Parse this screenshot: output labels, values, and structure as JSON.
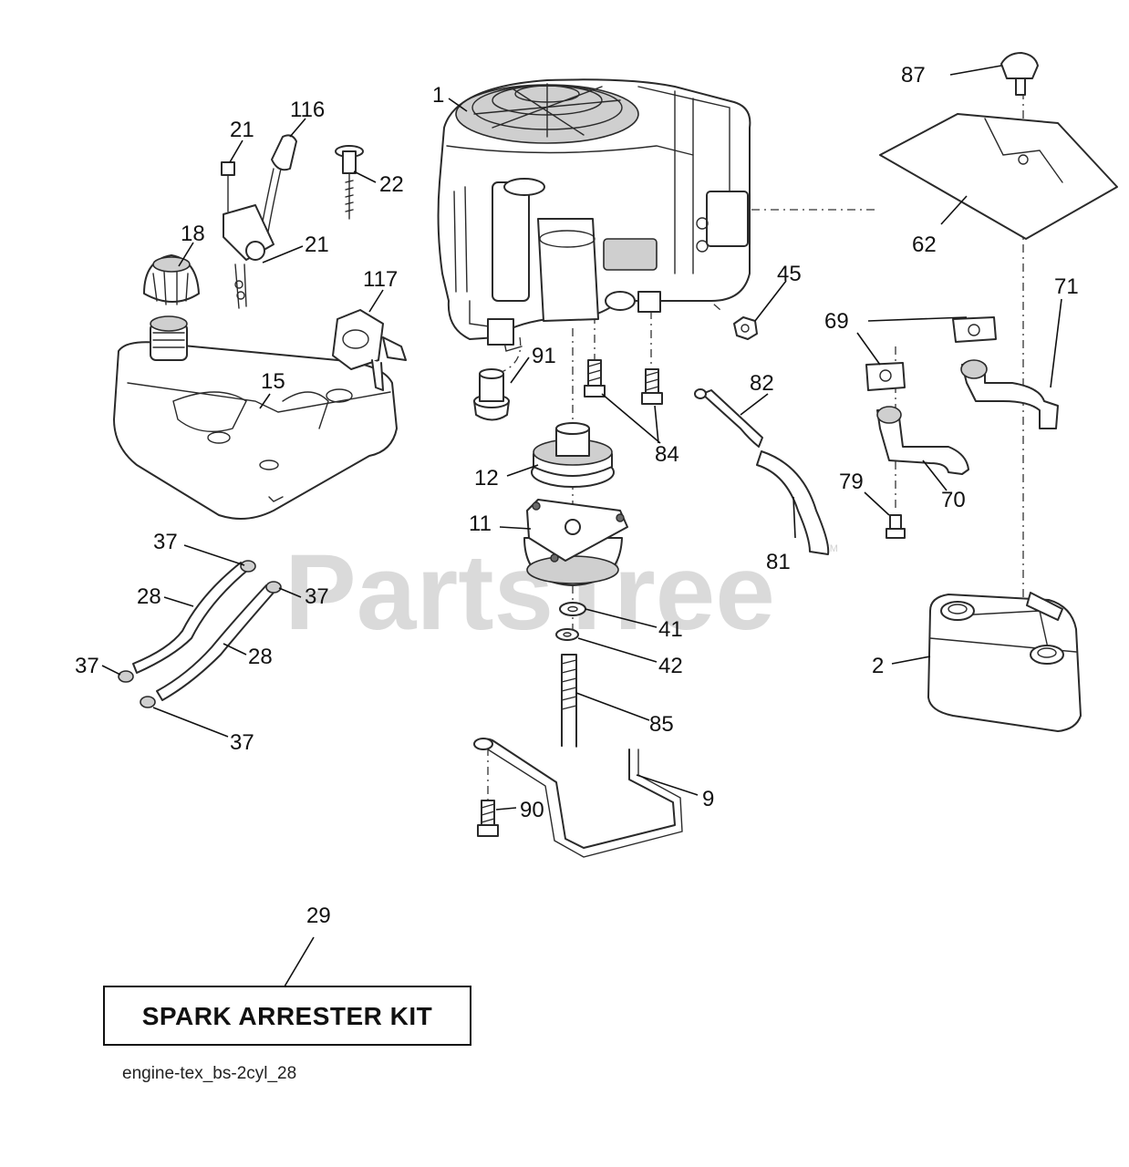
{
  "watermark": {
    "text": "PartsTree",
    "trademark": "TM"
  },
  "callouts": {
    "c1": "1",
    "c2": "2",
    "c9": "9",
    "c11": "11",
    "c12": "12",
    "c15": "15",
    "c18": "18",
    "c21a": "21",
    "c21b": "21",
    "c22": "22",
    "c28a": "28",
    "c28b": "28",
    "c29": "29",
    "c37a": "37",
    "c37b": "37",
    "c37c": "37",
    "c37d": "37",
    "c41": "41",
    "c42": "42",
    "c45": "45",
    "c62": "62",
    "c69": "69",
    "c70": "70",
    "c71": "71",
    "c79": "79",
    "c81": "81",
    "c82": "82",
    "c84": "84",
    "c85": "85",
    "c87": "87",
    "c90": "90",
    "c91": "91",
    "c116": "116",
    "c117": "117"
  },
  "kit_box": {
    "label": "SPARK ARRESTER KIT"
  },
  "diagram_code": "engine-tex_bs-2cyl_28"
}
